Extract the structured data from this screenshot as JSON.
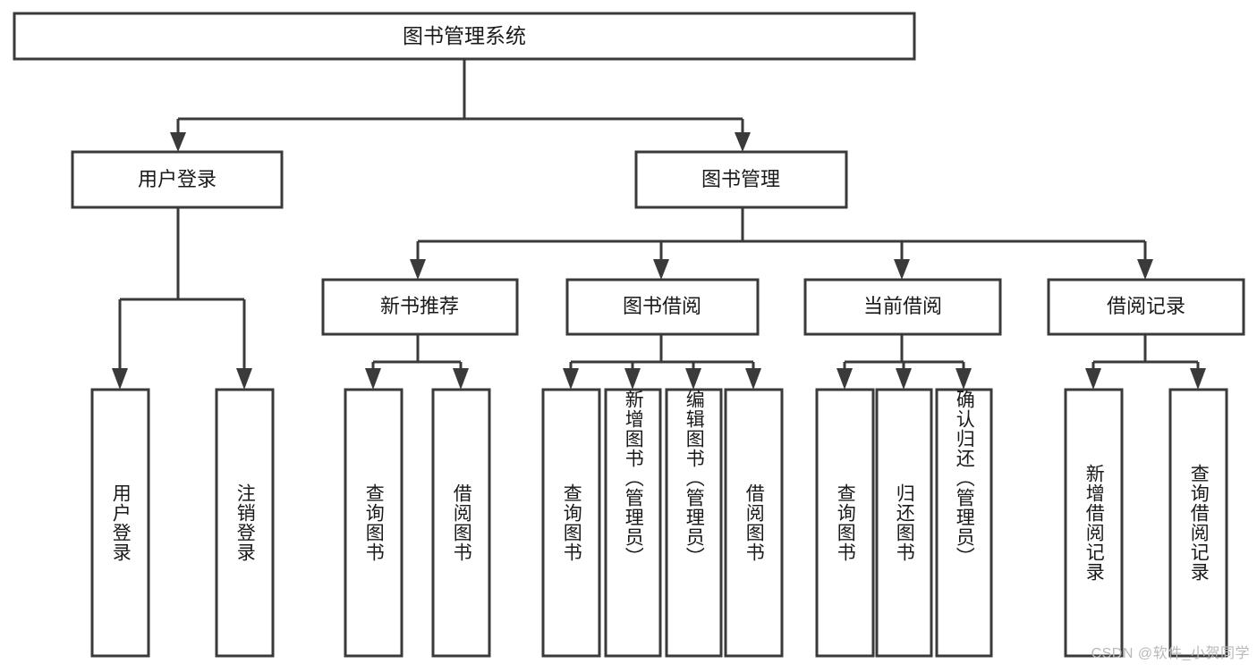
{
  "diagram": {
    "type": "tree",
    "title": "图书管理系统",
    "root": {
      "label": "图书管理系统"
    },
    "level1": [
      {
        "label": "用户登录"
      },
      {
        "label": "图书管理"
      }
    ],
    "level2": [
      {
        "label": "新书推荐"
      },
      {
        "label": "图书借阅"
      },
      {
        "label": "当前借阅"
      },
      {
        "label": "借阅记录"
      }
    ],
    "leaves": {
      "user_login": [
        {
          "label": "用户登录"
        },
        {
          "label": "注销登录"
        }
      ],
      "new_book_recommend": [
        {
          "label": "查询图书"
        },
        {
          "label": "借阅图书"
        }
      ],
      "book_borrow": [
        {
          "label": "查询图书"
        },
        {
          "label": "新增图书（管理员）"
        },
        {
          "label": "编辑图书（管理员）"
        },
        {
          "label": "借阅图书"
        }
      ],
      "current_borrow": [
        {
          "label": "查询图书"
        },
        {
          "label": "归还图书"
        },
        {
          "label": "确认归还（管理员）"
        }
      ],
      "borrow_record": [
        {
          "label": "新增借阅记录"
        },
        {
          "label": "查询借阅记录"
        }
      ]
    }
  },
  "watermark": {
    "text": "CSDN @软件_小贺同学"
  },
  "colors": {
    "stroke": "#3a3a3a",
    "fill": "#ffffff",
    "text": "#1a1a1a",
    "watermark": "#b9b9b9"
  }
}
